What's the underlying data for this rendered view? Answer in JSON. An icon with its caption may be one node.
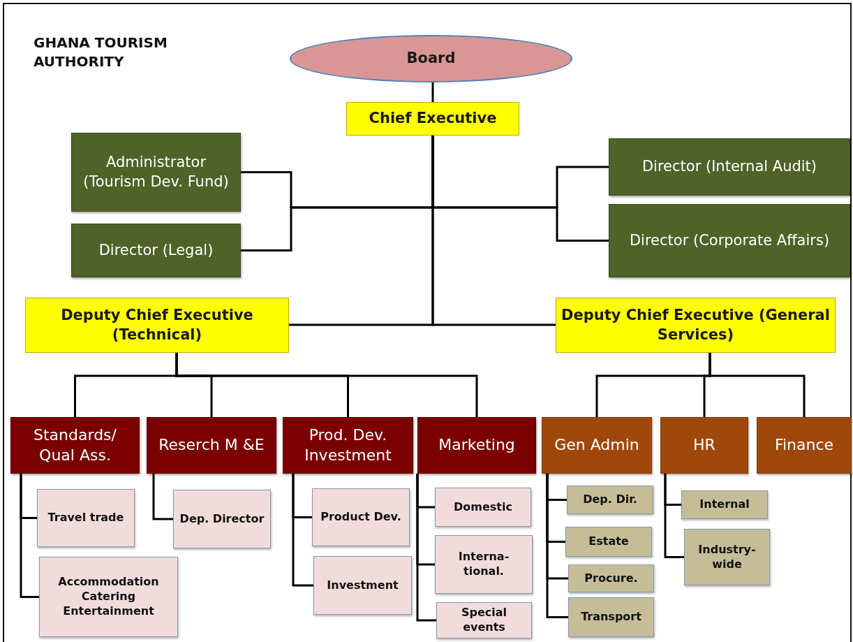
{
  "diagram": {
    "title": "GHANA TOURISM AUTHORITY",
    "nodes": [
      {
        "text": [
          "Board"
        ]
      },
      {
        "text": [
          "Chief Executive"
        ]
      },
      {
        "text": [
          "Administrator (Tourism Dev. Fund)"
        ]
      },
      {
        "text": [
          "Director (Legal)"
        ]
      },
      {
        "text": [
          "Director (Internal Audit)"
        ]
      },
      {
        "text": [
          "Director (Corporate Affairs)"
        ]
      },
      {
        "text": [
          "Deputy Chief Executive (Technical)"
        ]
      },
      {
        "text": [
          "Deputy Chief Executive (General Services)"
        ]
      },
      {
        "text": [
          "Standards/ Qual Ass."
        ]
      },
      {
        "text": [
          "Reserch M &E"
        ]
      },
      {
        "text": [
          "Prod. Dev. Investment"
        ]
      },
      {
        "text": [
          "Marketing"
        ]
      },
      {
        "text": [
          "Gen Admin"
        ]
      },
      {
        "text": [
          "HR"
        ]
      },
      {
        "text": [
          "Finance"
        ]
      },
      {
        "text": [
          "Travel trade"
        ]
      },
      {
        "text": [
          "Accommodation Catering Entertainment"
        ]
      },
      {
        "text": [
          "Dep. Director"
        ]
      },
      {
        "text": [
          "Product Dev."
        ]
      },
      {
        "text": [
          "Investment"
        ]
      },
      {
        "text": [
          "Domestic"
        ]
      },
      {
        "text": [
          "Interna- tional."
        ]
      },
      {
        "text": [
          "Special events"
        ]
      },
      {
        "text": [
          "Dep. Dir."
        ]
      },
      {
        "text": [
          "Estate"
        ]
      },
      {
        "text": [
          "Procure."
        ]
      },
      {
        "text": [
          "Transport"
        ]
      },
      {
        "text": [
          "Internal"
        ]
      },
      {
        "text": [
          "Industry- wide"
        ]
      }
    ],
    "edges": [
      {
        "from": 0,
        "to": 1,
        "arrow": "none"
      },
      {
        "from": 1,
        "to": 2,
        "arrow": "none"
      },
      {
        "from": 1,
        "to": 3,
        "arrow": "none"
      },
      {
        "from": 1,
        "to": 4,
        "arrow": "none"
      },
      {
        "from": 1,
        "to": 5,
        "arrow": "none"
      },
      {
        "from": 1,
        "to": 6,
        "arrow": "none"
      },
      {
        "from": 1,
        "to": 7,
        "arrow": "none"
      },
      {
        "from": 6,
        "to": 8,
        "arrow": "none"
      },
      {
        "from": 6,
        "to": 9,
        "arrow": "none"
      },
      {
        "from": 6,
        "to": 10,
        "arrow": "none"
      },
      {
        "from": 6,
        "to": 11,
        "arrow": "none"
      },
      {
        "from": 7,
        "to": 12,
        "arrow": "none"
      },
      {
        "from": 7,
        "to": 13,
        "arrow": "none"
      },
      {
        "from": 7,
        "to": 14,
        "arrow": "none"
      },
      {
        "from": 8,
        "to": 15,
        "arrow": "none"
      },
      {
        "from": 8,
        "to": 16,
        "arrow": "none"
      },
      {
        "from": 9,
        "to": 17,
        "arrow": "none"
      },
      {
        "from": 10,
        "to": 18,
        "arrow": "none"
      },
      {
        "from": 10,
        "to": 19,
        "arrow": "none"
      },
      {
        "from": 11,
        "to": 20,
        "arrow": "none"
      },
      {
        "from": 11,
        "to": 21,
        "arrow": "none"
      },
      {
        "from": 11,
        "to": 22,
        "arrow": "none"
      },
      {
        "from": 12,
        "to": 23,
        "arrow": "none"
      },
      {
        "from": 12,
        "to": 24,
        "arrow": "none"
      },
      {
        "from": 12,
        "to": 25,
        "arrow": "none"
      },
      {
        "from": 12,
        "to": 26,
        "arrow": "none"
      },
      {
        "from": 13,
        "to": 27,
        "arrow": "none"
      },
      {
        "from": 13,
        "to": 28,
        "arrow": "none"
      }
    ]
  }
}
